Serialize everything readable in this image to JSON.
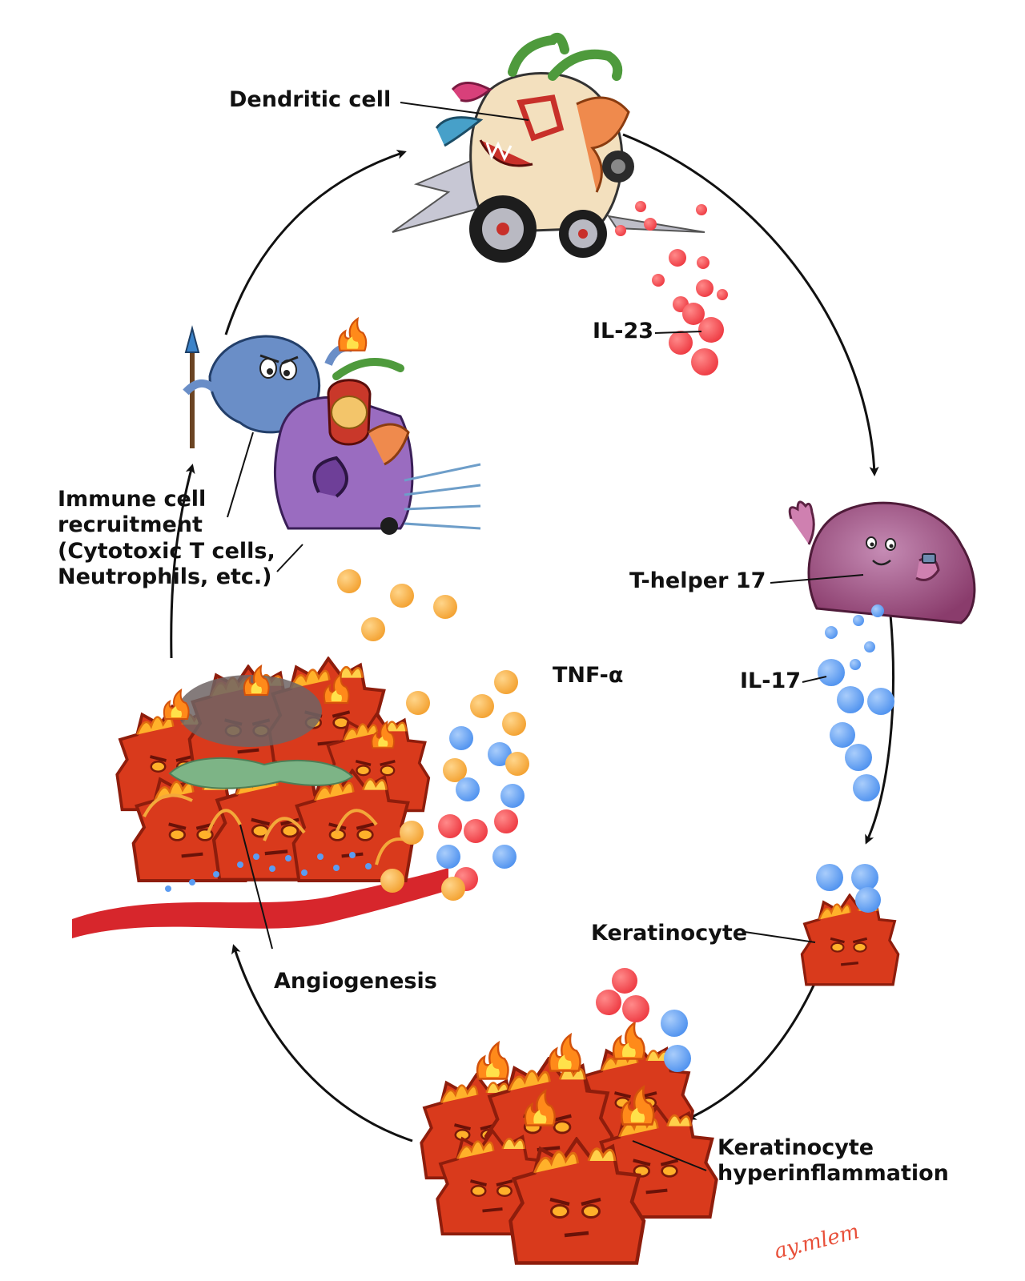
{
  "labels": {
    "dendritic_cell": "Dendritic cell",
    "il23": "IL-23",
    "t_helper_17": "T-helper 17",
    "il17": "IL-17",
    "keratinocyte": "Keratinocyte",
    "keratinocyte_hyper": [
      "Keratinocyte",
      "hyperinflammation"
    ],
    "angiogenesis": "Angiogenesis",
    "tnf_alpha": "TNF-α",
    "immune_recruitment": [
      "Immune cell",
      "recruitment",
      "(Cytotoxic T cells,",
      "Neutrophils, etc.)"
    ]
  },
  "signature": "ay.mlem",
  "colors": {
    "il23_red": "#f0454a",
    "il17_blue": "#5b9cf2",
    "tnf_orange": "#f5a93a",
    "flame_red": "#d8381c",
    "vessel_red": "#d7262c"
  },
  "icons": [
    "dendritic-cell-icon",
    "t-helper-17-cell-icon",
    "keratinocyte-cell-icon",
    "keratinocyte-cluster-icon",
    "t-cell-warrior-icon",
    "neutrophil-icon",
    "inflamed-tissue-icon",
    "blood-vessel-icon"
  ]
}
